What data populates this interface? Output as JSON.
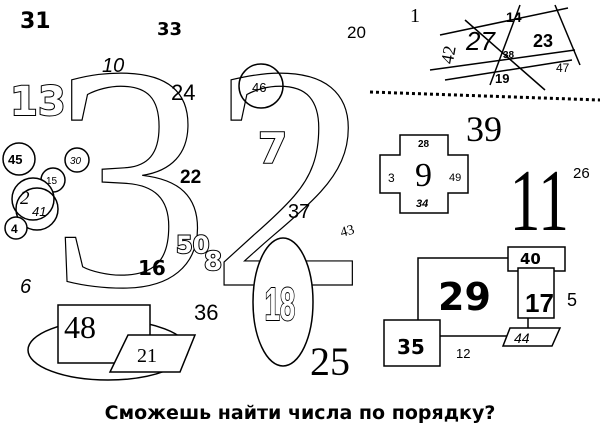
{
  "puzzle": {
    "caption": "Сможешь найти числа по порядку?",
    "numbers": [
      "1",
      "2",
      "3",
      "4",
      "5",
      "6",
      "7",
      "8",
      "9",
      "10",
      "11",
      "12",
      "13",
      "14",
      "15",
      "16",
      "17",
      "18",
      "19",
      "20",
      "21",
      "22",
      "23",
      "24",
      "25",
      "26",
      "27",
      "28",
      "29",
      "30",
      "31",
      "32",
      "33",
      "34",
      "35",
      "36",
      "37",
      "38",
      "39",
      "40",
      "41",
      "42",
      "43",
      "44",
      "45",
      "46",
      "47",
      "48",
      "49",
      "50"
    ]
  }
}
